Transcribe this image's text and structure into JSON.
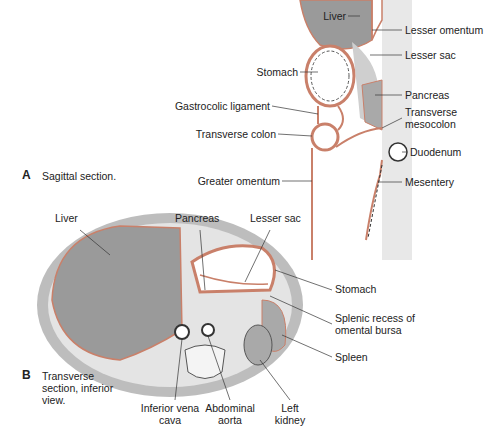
{
  "diagram": {
    "labels": [
      "Liver",
      "Lesser omentum",
      "Lesser sac",
      "Stomach",
      "Pancreas",
      "Gastrocolic ligament",
      "Transverse mesocolon",
      "Transverse colon",
      "Duodenum",
      "Greater omentum",
      "Mesentery",
      "A",
      "Sagittal section.",
      "Liver",
      "Pancreas",
      "Lesser sac",
      "Stomach",
      "Splenic recess of omental bursa",
      "Spleen",
      "B",
      "Transverse section, inferior view.",
      "Inferior vena cava",
      "Abdominal aorta",
      "Left kidney"
    ]
  }
}
